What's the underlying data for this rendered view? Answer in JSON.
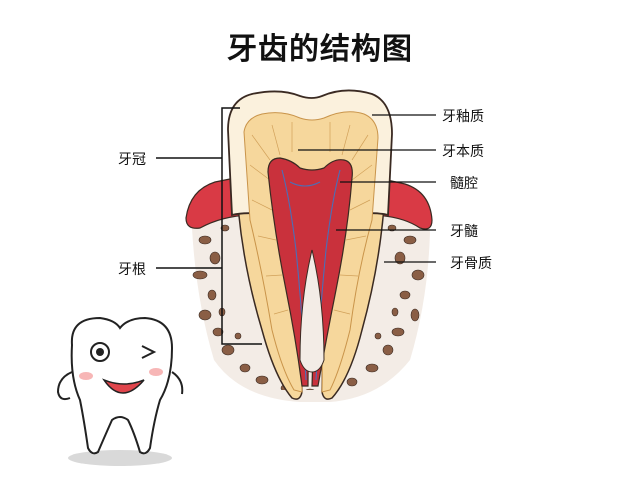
{
  "title": "牙齿的结构图",
  "labels": {
    "crown": "牙冠",
    "root": "牙根",
    "enamel": "牙釉质",
    "dentin": "牙本质",
    "pulp_cavity": "髓腔",
    "pulp": "牙髓",
    "alveolar_bone": "牙骨质"
  },
  "colors": {
    "enamel": "#fbf1dd",
    "dentin": "#f6d79c",
    "pulp": "#c9313c",
    "gum": "#d93a45",
    "bone_spot": "#8a5e45",
    "outline": "#3a2a22",
    "mascot_tongue": "#e0454c"
  },
  "icons": {
    "mascot": "smiling-tooth-mascot-icon"
  }
}
